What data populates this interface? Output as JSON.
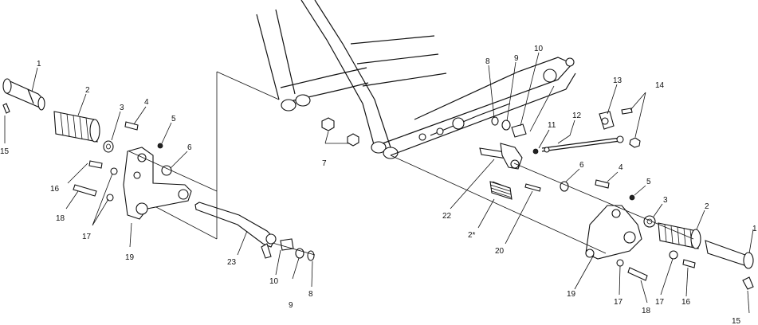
{
  "diagram": {
    "labels": {
      "l1_left": "1",
      "l2_left": "2",
      "l3_left": "3",
      "l4_left": "4",
      "l5_left": "5",
      "l6_left": "6",
      "l15_left": "15",
      "l16_left": "16",
      "l18_left": "18",
      "l17_left": "17",
      "l19_left": "19",
      "l23": "23",
      "l10_left": "10",
      "l9_left": "9",
      "l8_left": "8",
      "l7": "7",
      "l8_top": "8",
      "l9_top": "9",
      "l10_top": "10",
      "l11": "11",
      "l12": "12",
      "l13": "13",
      "l14": "14",
      "l22": "22",
      "l21": "2*",
      "l20": "20",
      "l6_right": "6",
      "l4_right": "4",
      "l5_right": "5",
      "l3_right": "3",
      "l2_right": "2",
      "l1_right": "1",
      "l19_right": "19",
      "l17_right_a": "17",
      "l18_right": "18",
      "l17_right_b": "17",
      "l16_right": "16",
      "l15_right": "15"
    }
  }
}
